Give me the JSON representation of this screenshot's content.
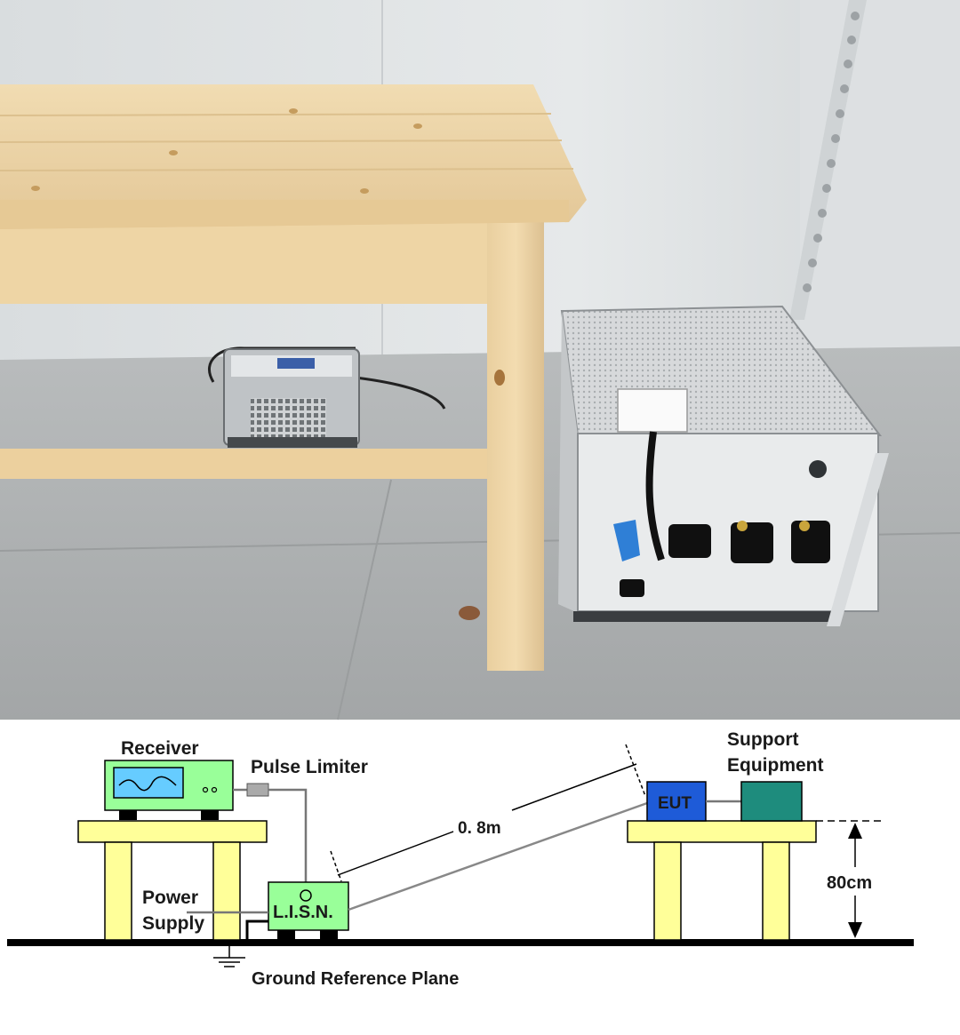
{
  "labels": {
    "receiver": "Receiver",
    "pulse_limiter": "Pulse Limiter",
    "power": "Power",
    "supply": "Supply",
    "lisn": "L.I.S.N.",
    "distance": "0. 8m",
    "eut": "EUT",
    "support_line1": "Support",
    "support_line2": "Equipment",
    "height": "80cm",
    "ground_plane": "Ground Reference Plane"
  },
  "colors": {
    "table_yellow": "#ffff99",
    "receiver_green": "#99ff99",
    "lisn_green": "#99ff99",
    "eut_blue": "#1e5bd8",
    "support_teal": "#1e8c7d",
    "screen_cyan": "#66ccff",
    "pulse_limiter_gray": "#aaaaaa",
    "ground_black": "#000000"
  },
  "photo": {
    "objects": [
      "wooden-table",
      "power-supply-unit",
      "lisn-unit",
      "shielded-room-wall",
      "metal-floor"
    ]
  }
}
